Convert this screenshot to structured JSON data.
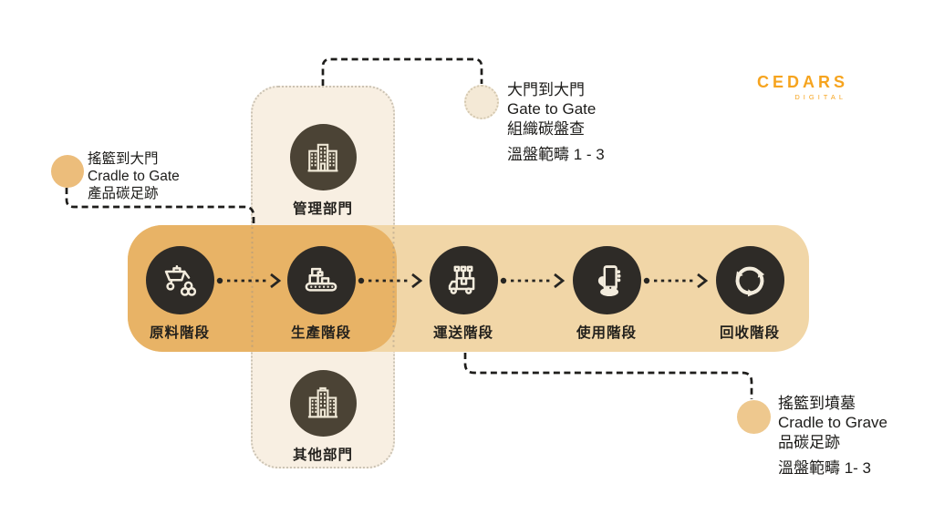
{
  "brand": {
    "name": "CEDARS",
    "sub": "DIGITAL",
    "color": "#F6A41F"
  },
  "annotations": {
    "cradle_to_gate": {
      "line1": "搖籃到大門",
      "line2": "Cradle to Gate",
      "line3": "產品碳足跡"
    },
    "gate_to_gate": {
      "line1": "大門到大門",
      "line2": "Gate to Gate",
      "line3": "組織碳盤查",
      "scope": "溫盤範疇 1 - 3"
    },
    "cradle_to_grave": {
      "line1": "搖籃到墳墓",
      "line2": "Cradle to Grave",
      "line3": "品碳足跡",
      "scope": "溫盤範疇 1- 3"
    }
  },
  "stages": [
    {
      "label": "原料階段",
      "icon": "wheelbarrow-raw-material-icon"
    },
    {
      "label": "生產階段",
      "icon": "factory-conveyor-icon"
    },
    {
      "label": "運送階段",
      "icon": "delivery-truck-icon"
    },
    {
      "label": "使用階段",
      "icon": "hand-phone-icon"
    },
    {
      "label": "回收階段",
      "icon": "recycle-icon"
    }
  ],
  "departments": [
    {
      "label": "管理部門",
      "icon": "office-building-icon"
    },
    {
      "label": "其他部門",
      "icon": "department-building-icon"
    }
  ],
  "colors": {
    "band_light": "#F1D6A7",
    "band_dark": "#E8B366",
    "vertical_band": "#F8EFE2",
    "stage_circle": "#2E2B27",
    "department_circle": "#4B4335",
    "marker_solid": "#ECBD7B",
    "marker_solid_light": "#EEC88E",
    "marker_dotted_fill": "#F4E9D6",
    "connector": "#1E1D1B"
  }
}
